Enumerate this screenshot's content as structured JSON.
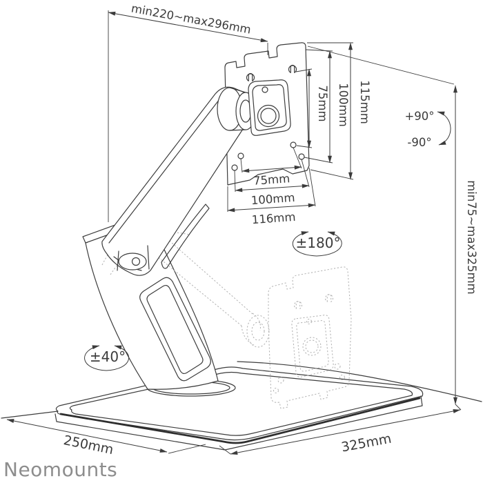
{
  "brand": {
    "logo": "Neomounts"
  },
  "colors": {
    "line": "#3c3c3c",
    "ghost_line": "#b3b3b3",
    "logo": "#8d8d8d",
    "background": "#ffffff"
  },
  "diagram": {
    "type": "technical-drawing",
    "subject": "desk monitor stand with gas-spring arm and VESA plate",
    "dimensions": {
      "arm_reach_range": "min220~max296mm",
      "vesa_vertical": [
        "75mm",
        "100mm",
        "115mm"
      ],
      "vesa_horizontal": [
        "75mm",
        "100mm",
        "116mm"
      ],
      "height_range": "min75~max325mm",
      "base_depth": "250mm",
      "base_width": "325mm"
    },
    "rotations": {
      "tilt_up": "+90°",
      "tilt_down": "-90°",
      "rotate": "±180°",
      "swivel": "±40°"
    }
  }
}
